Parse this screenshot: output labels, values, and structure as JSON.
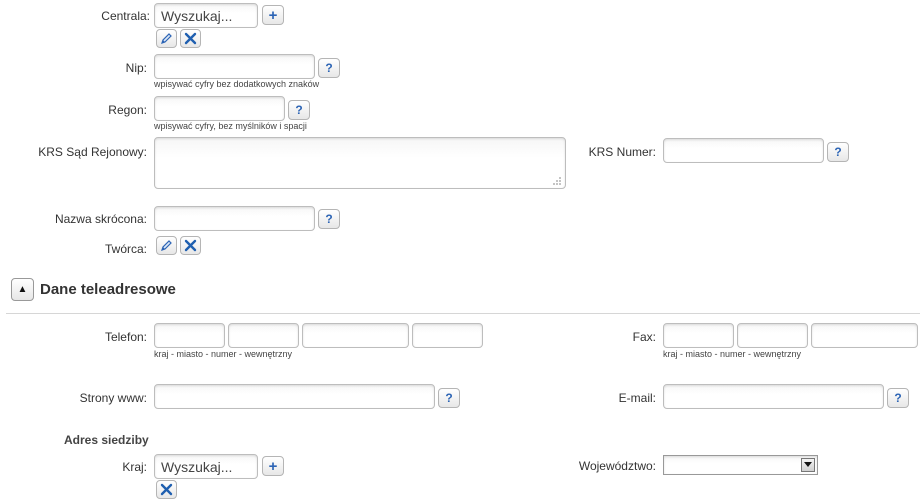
{
  "form": {
    "centrala": {
      "label": "Centrala:",
      "value": "Wyszukaj..."
    },
    "nip": {
      "label": "Nip:",
      "value": "",
      "hint": "wpisywać cyfry bez dodatkowych znaków"
    },
    "regon": {
      "label": "Regon:",
      "value": "",
      "hint": "wpisywać cyfry, bez myślników i spacji"
    },
    "krs_sad": {
      "label": "KRS Sąd Rejonowy:",
      "value": ""
    },
    "krs_numer": {
      "label": "KRS Numer:",
      "value": ""
    },
    "nazwa_skrocona": {
      "label": "Nazwa skrócona:",
      "value": ""
    },
    "tworca": {
      "label": "Twórca:"
    },
    "help_glyph": "?",
    "add_glyph": "+"
  },
  "section": {
    "title": "Dane teleadresowe",
    "toggle_glyph": "▲"
  },
  "contact": {
    "telefon": {
      "label": "Telefon:",
      "hint": "kraj - miasto - numer - wewnętrzny",
      "parts": [
        "",
        "",
        "",
        ""
      ]
    },
    "fax": {
      "label": "Fax:",
      "hint": "kraj - miasto - numer - wewnętrzny",
      "parts": [
        "",
        "",
        ""
      ]
    },
    "www": {
      "label": "Strony www:",
      "value": ""
    },
    "email": {
      "label": "E-mail:",
      "value": ""
    }
  },
  "address": {
    "heading": "Adres siedziby",
    "kraj": {
      "label": "Kraj:",
      "value": "Wyszukaj..."
    },
    "wojewodztwo": {
      "label": "Województwo:",
      "selected": ""
    }
  },
  "colors": {
    "accent": "#2c64b5",
    "clear": "#1f5fb0"
  },
  "icons": [
    "pencil-icon",
    "clear-x-icon",
    "question-icon",
    "plus-icon",
    "triangle-up-icon",
    "dropdown-arrow-icon"
  ]
}
